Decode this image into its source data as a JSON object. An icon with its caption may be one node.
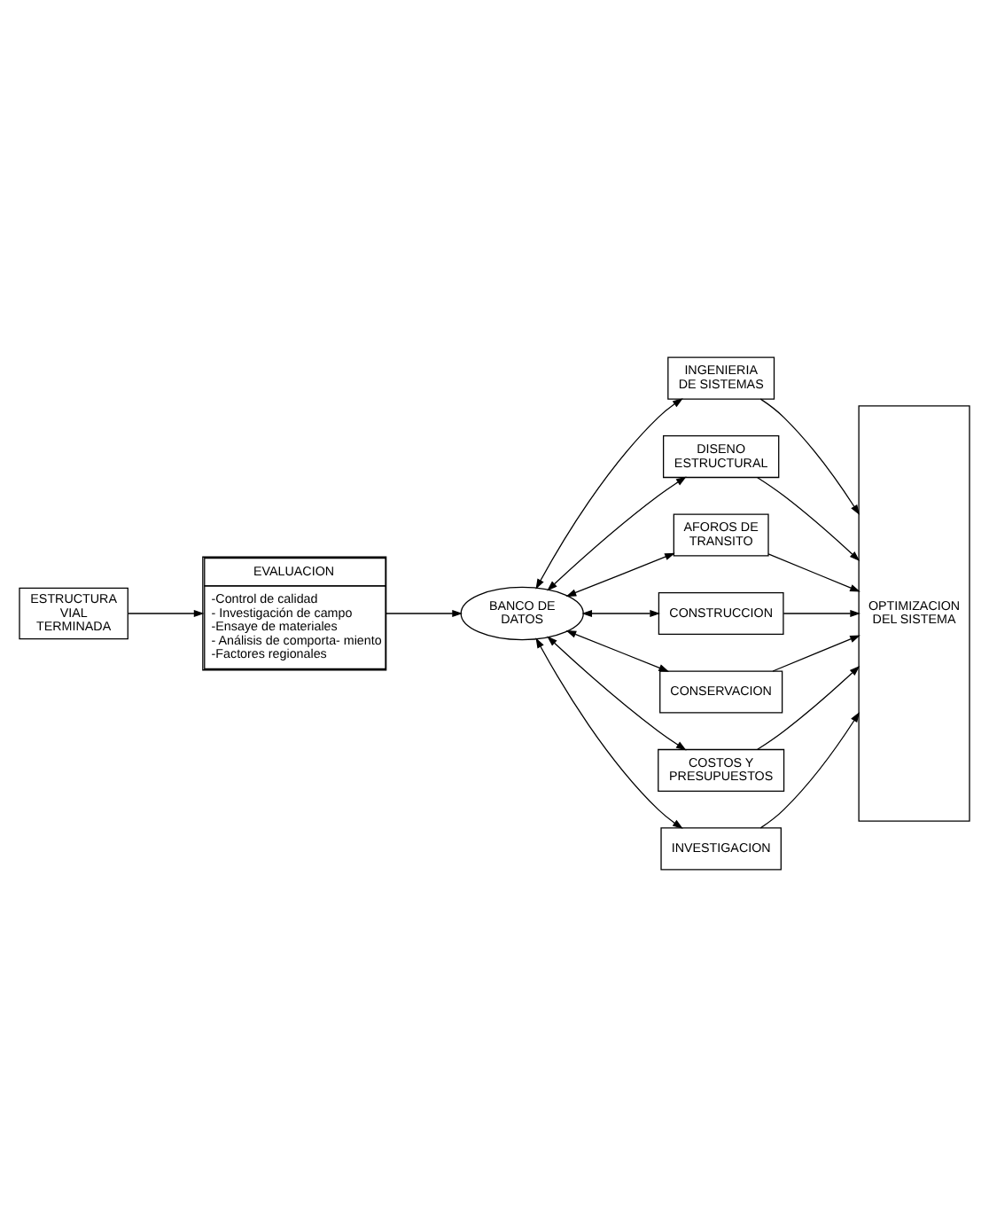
{
  "diagram": {
    "nodes": [
      {
        "text": [
          "ESTRUCTURA VIAL TERMINADA"
        ]
      },
      {
        "text": [
          "EVALUACION",
          "-Control de calidad",
          "- Investigación de campo",
          "-Ensaye de materiales",
          "- Análisis de comporta- miento",
          "-Factores regionales"
        ]
      },
      {
        "text": [
          "BANCO DE DATOS"
        ]
      },
      {
        "text": [
          "INGENIERIA DE SISTEMAS"
        ]
      },
      {
        "text": [
          "DISENO ESTRUCTURAL"
        ]
      },
      {
        "text": [
          "AFOROS DE TRANSITO"
        ]
      },
      {
        "text": [
          "CONSTRUCCION"
        ]
      },
      {
        "text": [
          "CONSERVACION"
        ]
      },
      {
        "text": [
          "COSTOS Y PRESUPUESTOS"
        ]
      },
      {
        "text": [
          "INVESTIGACION"
        ]
      },
      {
        "text": [
          "OPTIMIZACION DEL SISTEMA"
        ]
      }
    ],
    "edges": [
      {
        "from": 0,
        "to": 1,
        "arrow": "to"
      },
      {
        "from": 1,
        "to": 2,
        "arrow": "to"
      },
      {
        "from": 2,
        "to": 3,
        "arrow": "both"
      },
      {
        "from": 2,
        "to": 4,
        "arrow": "both"
      },
      {
        "from": 2,
        "to": 5,
        "arrow": "both"
      },
      {
        "from": 2,
        "to": 6,
        "arrow": "both"
      },
      {
        "from": 2,
        "to": 7,
        "arrow": "both"
      },
      {
        "from": 2,
        "to": 8,
        "arrow": "both"
      },
      {
        "from": 2,
        "to": 9,
        "arrow": "both"
      },
      {
        "from": 3,
        "to": 10,
        "arrow": "to"
      },
      {
        "from": 4,
        "to": 10,
        "arrow": "to"
      },
      {
        "from": 5,
        "to": 10,
        "arrow": "to"
      },
      {
        "from": 6,
        "to": 10,
        "arrow": "to"
      },
      {
        "from": 7,
        "to": 10,
        "arrow": "to"
      },
      {
        "from": 8,
        "to": 10,
        "arrow": "to"
      },
      {
        "from": 9,
        "to": 10,
        "arrow": "to"
      }
    ]
  }
}
